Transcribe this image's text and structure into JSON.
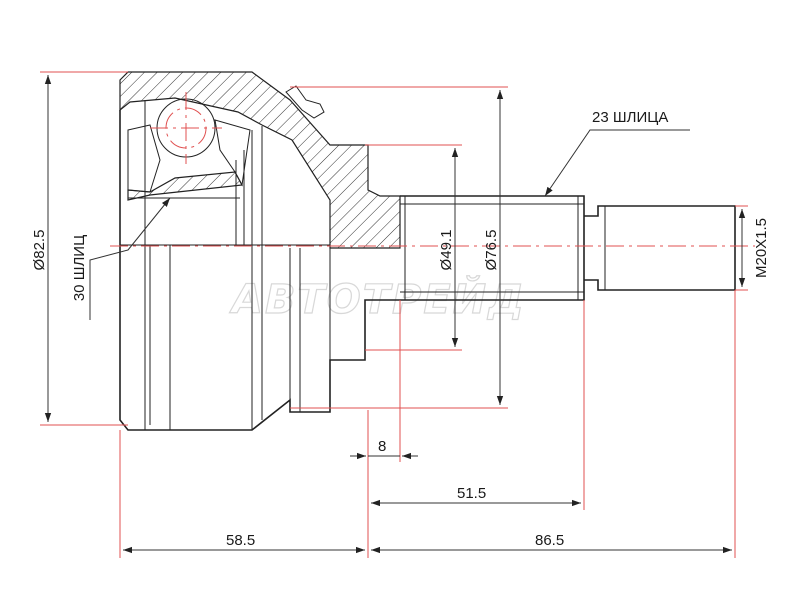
{
  "dimensions": {
    "overall_diameter": "Ø82.5",
    "boot_seat_diameter": "Ø76.5",
    "shaft_diameter": "Ø49.1",
    "thread": "M20X1.5",
    "outer_spline": "23 ШЛИЦА",
    "inner_spline": "30 ШЛИЦ",
    "collar_width": "8",
    "spline_length": "51.5",
    "body_length": "58.5",
    "stem_length": "86.5"
  },
  "watermark": "АВТОТРЕЙД"
}
